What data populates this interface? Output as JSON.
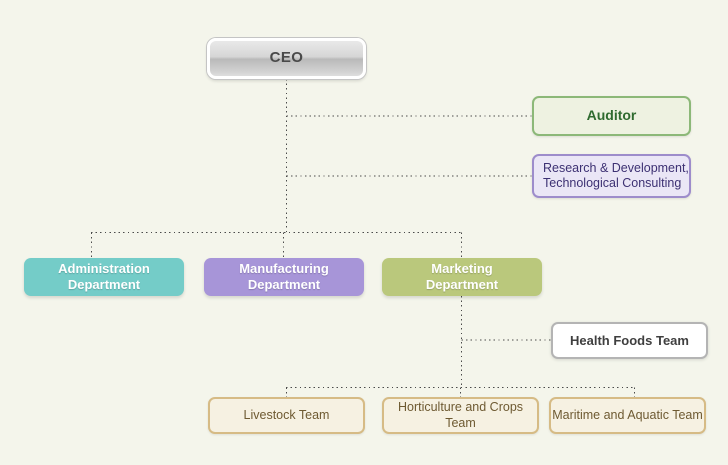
{
  "chart": {
    "type": "org-chart",
    "background_color": "#F4F5EB",
    "title": "",
    "connector_style": "dotted",
    "connector_color": "#4A4A4A"
  },
  "nodes": {
    "ceo": {
      "label": "CEO",
      "level": "executive",
      "style": "gradient-silver",
      "fill_color": "#D6D6D6",
      "border_color": "#FFFFFF",
      "text_color": "#4A4A4A"
    },
    "auditor": {
      "label": "Auditor",
      "level": "staff",
      "style": "outline-green",
      "fill_color": "#EEF2E1",
      "border_color": "#8CB878",
      "text_color": "#2F6B2F"
    },
    "rnd": {
      "label": "Research & Development,\nTechnological Consulting",
      "level": "staff",
      "style": "outline-purple",
      "fill_color": "#EAE6F6",
      "border_color": "#9D8CCB",
      "text_color": "#3D3173"
    },
    "administration": {
      "label": "Administration\nDepartment",
      "level": "department",
      "style": "solid-teal",
      "fill_color": "#74CCC8",
      "text_color": "#FFFFFF"
    },
    "manufacturing": {
      "label": "Manufacturing\nDepartment",
      "level": "department",
      "style": "solid-purple",
      "fill_color": "#A795D8",
      "text_color": "#FFFFFF"
    },
    "marketing": {
      "label": "Marketing\nDepartment",
      "level": "department",
      "style": "solid-olive",
      "fill_color": "#BAC87C",
      "text_color": "#FFFFFF"
    },
    "health_foods": {
      "label": "Health Foods Team",
      "level": "team",
      "style": "outline-grey",
      "fill_color": "#FFFFFF",
      "border_color": "#B4B4B4",
      "text_color": "#3F3F3F"
    },
    "livestock": {
      "label": "Livestock Team",
      "level": "team",
      "style": "outline-tan",
      "fill_color": "#F6F1E2",
      "border_color": "#D6BB85",
      "text_color": "#6E5A32"
    },
    "horticulture": {
      "label": "Horticulture and Crops Team",
      "level": "team",
      "style": "outline-tan",
      "fill_color": "#F6F1E2",
      "border_color": "#D6BB85",
      "text_color": "#6E5A32"
    },
    "maritime": {
      "label": "Maritime and Aquatic Team",
      "level": "team",
      "style": "outline-tan",
      "fill_color": "#F6F1E2",
      "border_color": "#D6BB85",
      "text_color": "#6E5A32"
    }
  },
  "edges": [
    {
      "from": "ceo",
      "to": "auditor",
      "kind": "staff-branch"
    },
    {
      "from": "ceo",
      "to": "rnd",
      "kind": "staff-branch"
    },
    {
      "from": "ceo",
      "to": "administration",
      "kind": "line-branch"
    },
    {
      "from": "ceo",
      "to": "manufacturing",
      "kind": "line-branch"
    },
    {
      "from": "ceo",
      "to": "marketing",
      "kind": "line-branch"
    },
    {
      "from": "marketing",
      "to": "health_foods",
      "kind": "staff-branch"
    },
    {
      "from": "marketing",
      "to": "livestock",
      "kind": "line-branch"
    },
    {
      "from": "marketing",
      "to": "horticulture",
      "kind": "line-branch"
    },
    {
      "from": "marketing",
      "to": "maritime",
      "kind": "line-branch"
    }
  ]
}
